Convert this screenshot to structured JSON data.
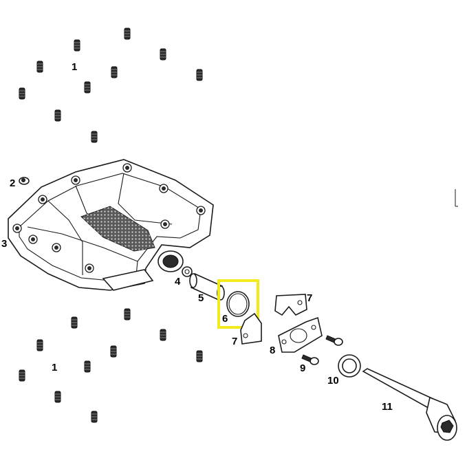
{
  "callouts": {
    "c1_top": "1",
    "c2": "2",
    "c3": "3",
    "c4": "4",
    "c5": "5",
    "c6": "6",
    "c7_upper": "7",
    "c7_lower": "7",
    "c8": "8",
    "c9": "9",
    "c10": "10",
    "c11": "11",
    "c1_bottom": "1"
  },
  "highlight": {
    "color": "#f2ea1c",
    "target_callout": "6"
  },
  "colors": {
    "line": "#1a1a1a",
    "background": "#ffffff"
  }
}
